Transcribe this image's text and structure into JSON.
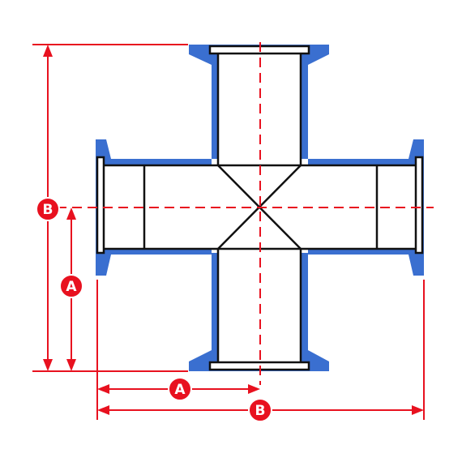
{
  "colors": {
    "flange_blue": "#3a6fd0",
    "outline": "#111111",
    "dimension_red": "#e8111f",
    "background": "#ffffff",
    "label_text": "#ffffff"
  },
  "dimensions": {
    "vertical_a": "A",
    "vertical_b": "B",
    "horizontal_a": "A",
    "horizontal_b": "B"
  }
}
